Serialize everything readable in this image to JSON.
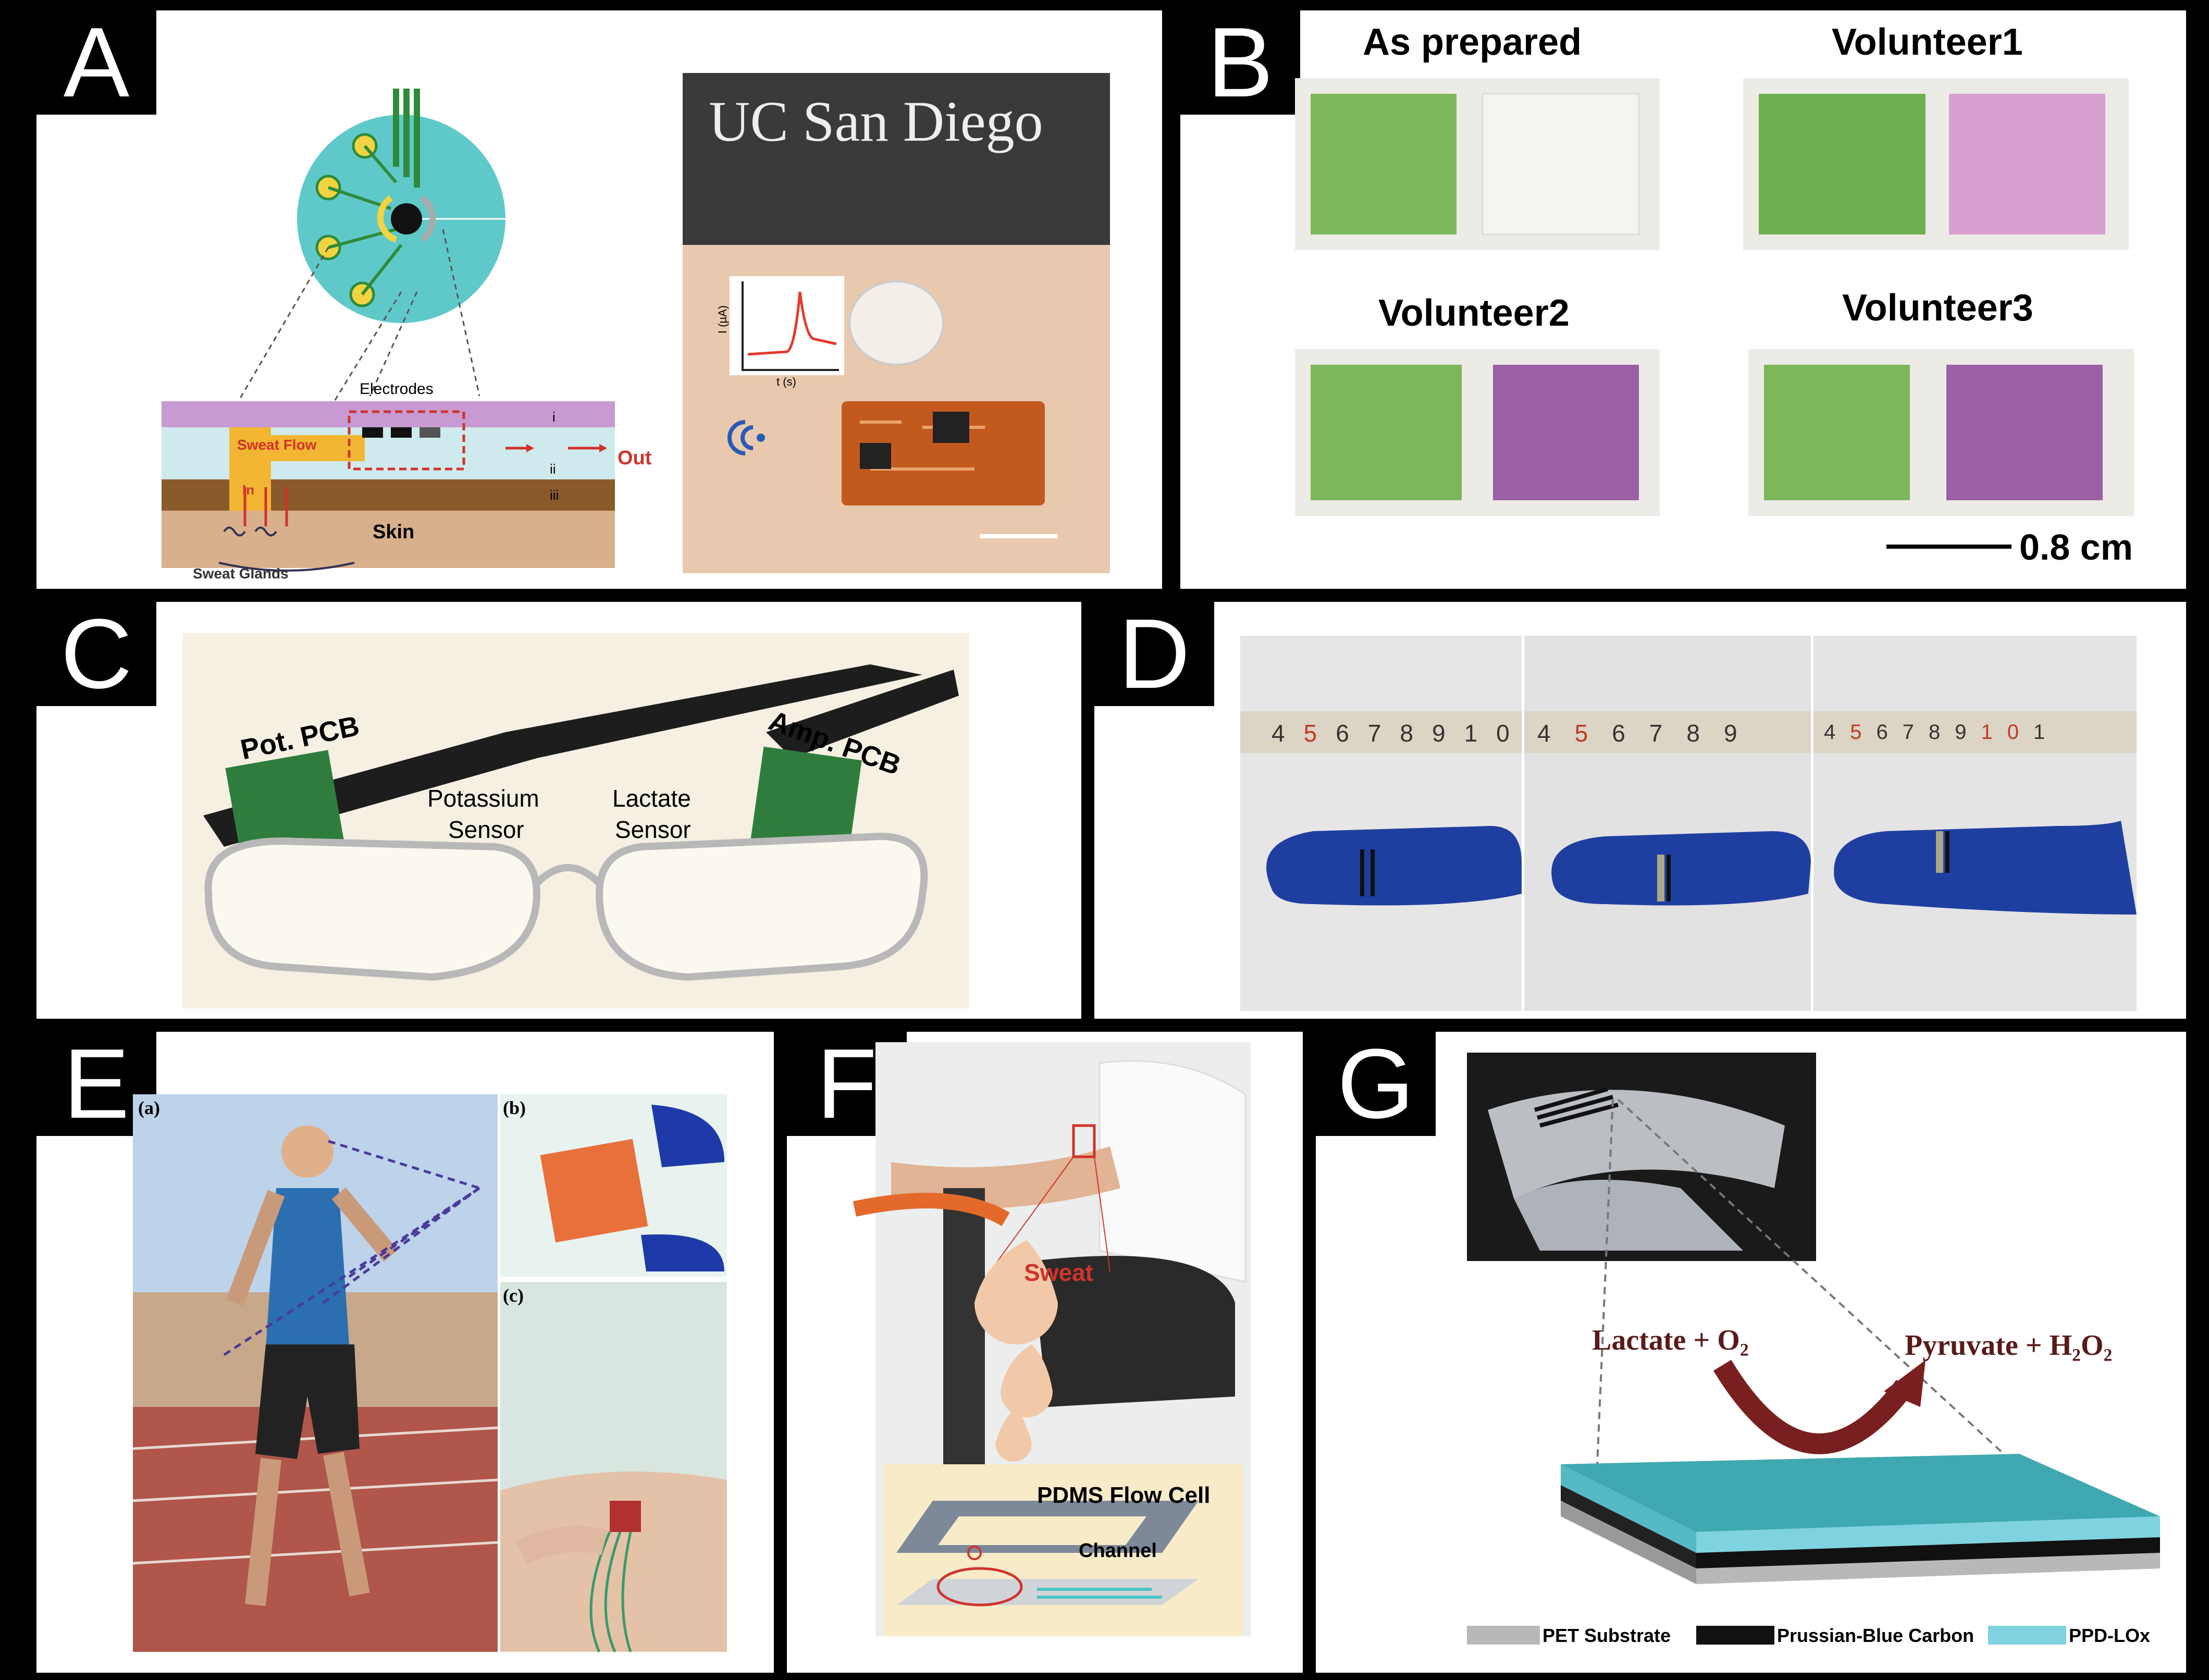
{
  "panels": {
    "A": {
      "label": "A",
      "electrodes": "Electrodes",
      "sweat_flow": "Sweat Flow",
      "out": "Out",
      "layer_i": "i",
      "layer_ii": "ii",
      "layer_iii": "iii",
      "inlet": "In",
      "skin": "Skin",
      "sweat_glands": "Sweat Glands",
      "shirt_logo": "UC San Diego",
      "plot_ylabel": "I (µA)",
      "plot_xlabel": "t (s)"
    },
    "B": {
      "label": "B",
      "as_prepared": "As prepared",
      "volunteer1": "Volunteer1",
      "volunteer2": "Volunteer2",
      "volunteer3": "Volunteer3",
      "scale": "0.8 cm"
    },
    "C": {
      "label": "C",
      "pot_pcb": "Pot. PCB",
      "amp_pcb": "Amp. PCB",
      "potassium_1": "Potassium",
      "potassium_2": "Sensor",
      "lactate_1": "Lactate",
      "lactate_2": "Sensor"
    },
    "D": {
      "label": "D",
      "rulers": [
        [
          "4",
          "5",
          "6",
          "7",
          "8",
          "9",
          "10"
        ],
        [
          "4",
          "5",
          "6",
          "7",
          "8",
          "9"
        ],
        [
          "4",
          "5",
          "6",
          "7",
          "8",
          "9",
          "10",
          "1"
        ]
      ]
    },
    "E": {
      "label": "E",
      "sub_a": "(a)",
      "sub_b": "(b)",
      "sub_c": "(c)"
    },
    "F": {
      "label": "F",
      "sweat": "Sweat",
      "flow_cell": "PDMS Flow Cell",
      "channel": "Channel"
    },
    "G": {
      "label": "G",
      "reactant": "Lactate + O₂",
      "product": "Pyruvate + H₂O₂",
      "legend": [
        "PET Substrate",
        "Prussian-Blue Carbon",
        "PPD-LOx"
      ]
    }
  },
  "colors": {
    "label_bg": "#000000",
    "sensor_disc": "#5fc9c9",
    "swatch_green": "#7cb85a",
    "swatch_pink": "#d7a0d0",
    "swatch_purple": "#9b5fa6",
    "glove_blue": "#1f3fa0",
    "track_red": "#b0564a",
    "ppd_lox": "#7fd3e0",
    "arrow_red": "#c0392b"
  }
}
